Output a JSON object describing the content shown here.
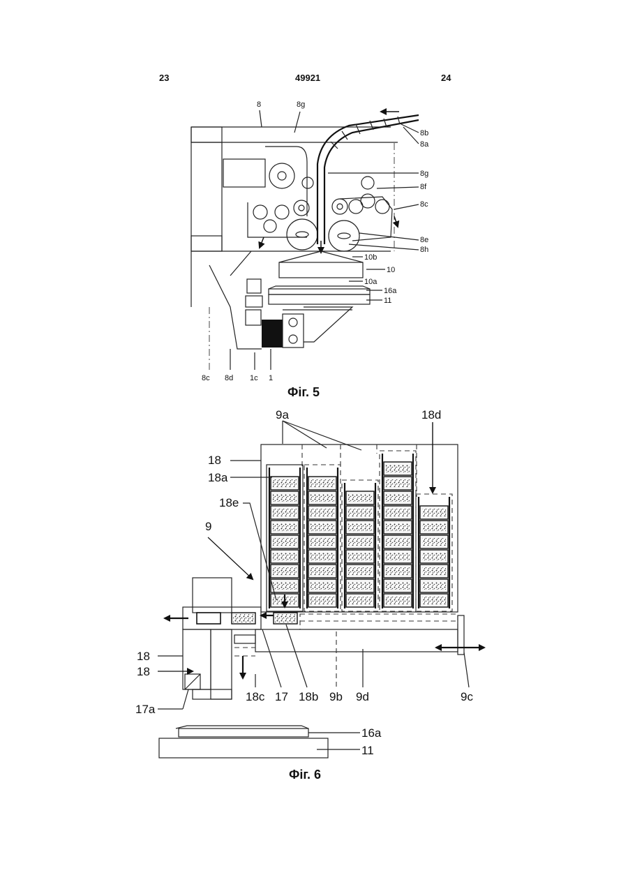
{
  "header": {
    "page_left": "23",
    "patent_number": "49921",
    "page_right": "24"
  },
  "fig5": {
    "caption": "Фіг. 5",
    "labels": {
      "l8": "8",
      "l8g_top": "8g",
      "l8b": "8b",
      "l8a": "8a",
      "l8g_mid": "8g",
      "l8f": "8f",
      "l8c_right": "8c",
      "l8e": "8e",
      "l8h": "8h",
      "l10b": "10b",
      "l10": "10",
      "l10a": "10a",
      "l16a": "16a",
      "l11": "11",
      "b8c": "8c",
      "b8d": "8d",
      "b1c": "1c",
      "b1": "1"
    }
  },
  "fig6": {
    "caption": "Фіг. 6",
    "labels": {
      "l9a": "9a",
      "l18d": "18d",
      "l18": "18",
      "l18a": "18a",
      "l18e": "18e",
      "l9": "9",
      "l18_left1": "18",
      "l18_left2": "18",
      "l17a": "17a",
      "l18c": "18c",
      "l17": "17",
      "l18b": "18b",
      "l9b": "9b",
      "l9d": "9d",
      "l9c": "9c",
      "l16a": "16a",
      "l11": "11"
    }
  }
}
